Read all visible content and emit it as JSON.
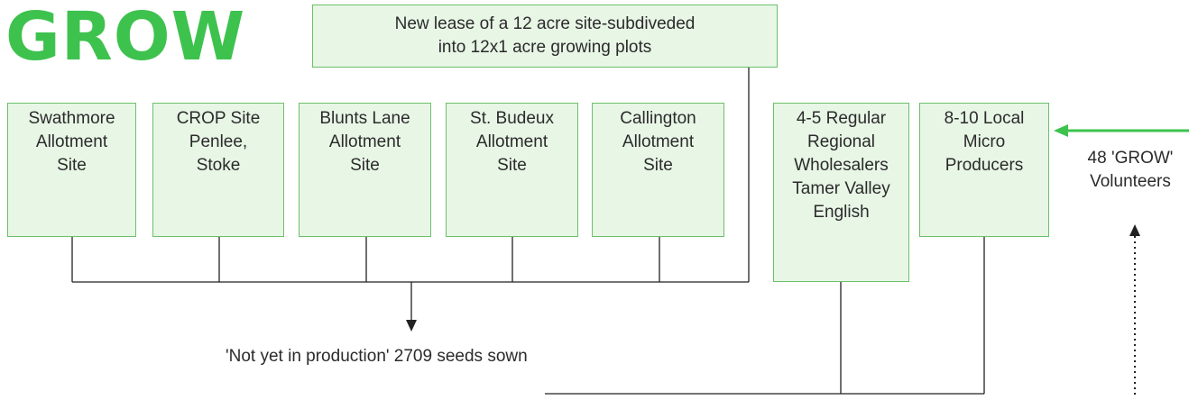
{
  "logo": "GROW",
  "top_box": "New lease of a 12 acre site-subdiveded\ninto 12x1 acre growing plots",
  "sites": [
    "Swathmore\nAllotment\nSite",
    "CROP Site\nPenlee,\nStoke",
    "Blunts Lane\nAllotment\nSite",
    "St. Budeux\nAllotment\nSite",
    "Callington\nAllotment\nSite"
  ],
  "wholesalers": "4-5 Regular\nRegional\nWholesalers\nTamer Valley\nEnglish",
  "micro": "8-10 Local\nMicro\nProducers",
  "volunteers": "48 'GROW'\nVolunteers",
  "production_note": "'Not yet in production' 2709 seeds sown",
  "colors": {
    "green": "#3ec24e",
    "box_fill": "#e8f6e6",
    "box_border": "#6cc06a",
    "line": "#222222"
  }
}
